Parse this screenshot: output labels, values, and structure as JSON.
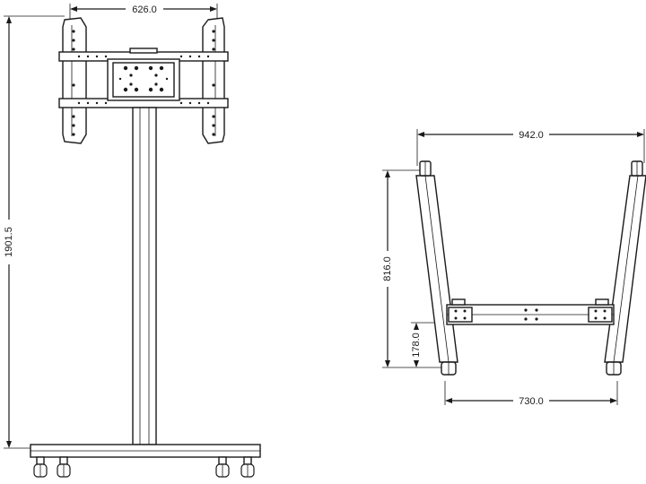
{
  "front_view": {
    "width_label": "626.0",
    "height_label": "1901.5"
  },
  "top_view": {
    "outer_width_label": "942.0",
    "depth_label": "816.0",
    "offset_label": "178.0",
    "inner_width_label": "730.0"
  }
}
